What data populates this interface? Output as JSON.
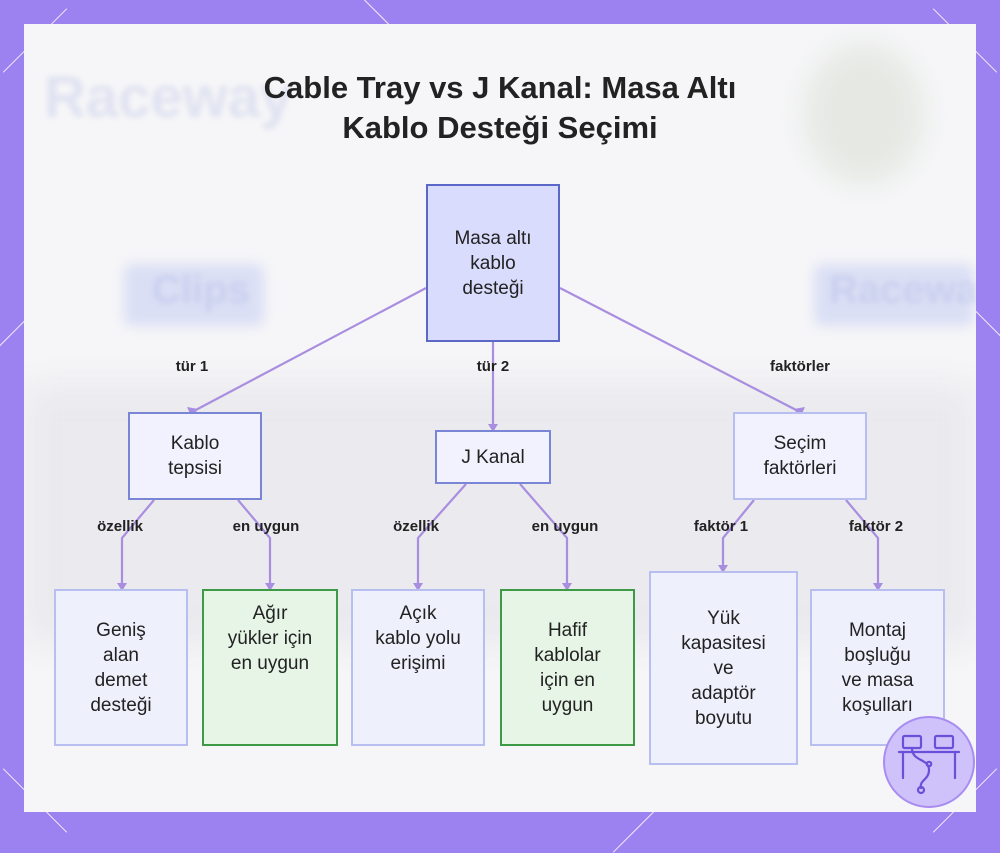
{
  "title_line1": "Cable Tray vs J Kanal: Masa Altı",
  "title_line2": "Kablo Desteği Seçimi",
  "nodes": {
    "root": [
      "Masa altı",
      "kablo",
      "desteği"
    ],
    "tray": [
      "Kablo",
      "tepsisi"
    ],
    "jkanal": [
      "J Kanal"
    ],
    "factors": [
      "Seçim",
      "faktörleri"
    ],
    "tray_feature": [
      "Geniş",
      "alan",
      "demet",
      "desteği"
    ],
    "tray_best": [
      "Ağır",
      "yükler için",
      "en uygun"
    ],
    "j_feature": [
      "Açık",
      "kablo yolu",
      "erişimi"
    ],
    "j_best": [
      "Hafif",
      "kablolar",
      "için en",
      "uygun"
    ],
    "factor1": [
      "Yük",
      "kapasitesi",
      "ve",
      "adaptör",
      "boyutu"
    ],
    "factor2": [
      "Montaj",
      "boşluğu",
      "ve masa",
      "koşulları"
    ]
  },
  "edge_labels": {
    "type1": "tür 1",
    "type2": "tür 2",
    "factors": "faktörler",
    "tray_feature": "özellik",
    "tray_best": "en uygun",
    "j_feature": "özellik",
    "j_best": "en uygun",
    "factor1": "faktör 1",
    "factor2": "faktör 2"
  },
  "background_ghosts": [
    "Raceway",
    "Clips",
    "Raceway"
  ],
  "colors": {
    "frame": "#9b82f0",
    "edge": "#a98ee0",
    "root_fill": "#d9dcfc",
    "green_border": "#3f9a48"
  }
}
